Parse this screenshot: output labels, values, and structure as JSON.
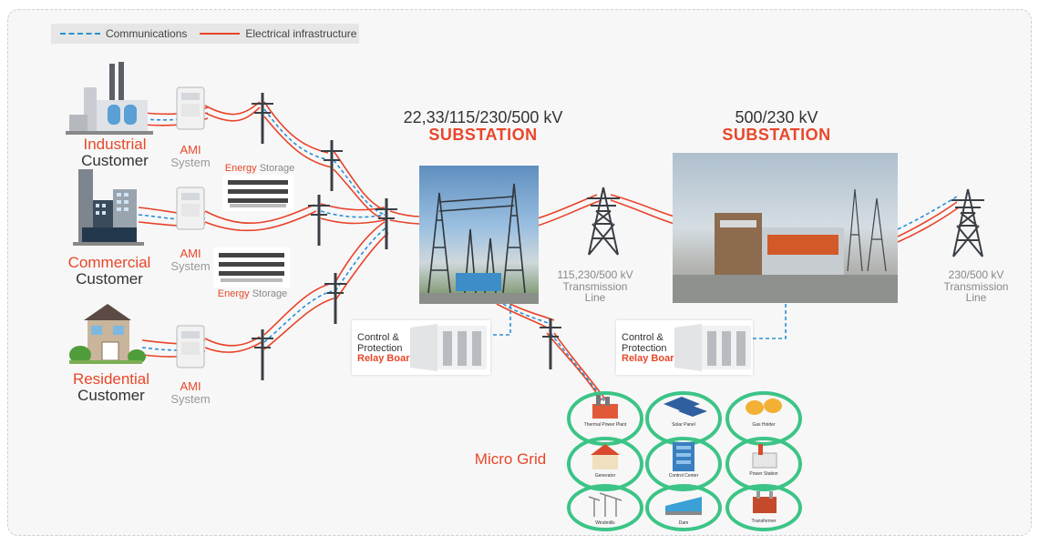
{
  "legend": {
    "communications": "Communications",
    "electrical": "Electrical infrastructure"
  },
  "colors": {
    "electrical": "#e8432a",
    "communications": "#2b8fd6",
    "microgrid_ring": "#3cc486",
    "accent": "#e8472a"
  },
  "customers": {
    "industrial": {
      "line1": "Industrial",
      "line2": "Customer"
    },
    "commercial": {
      "line1": "Commercial",
      "line2": "Customer"
    },
    "residential": {
      "line1": "Residential",
      "line2": "Customer"
    }
  },
  "ami": [
    {
      "line1": "AMI",
      "line2": "System"
    },
    {
      "line1": "AMI",
      "line2": "System"
    },
    {
      "line1": "AMI",
      "line2": "System"
    }
  ],
  "energy_storage": [
    {
      "word1": "Energy",
      "word2": "Storage"
    },
    {
      "word1": "Energy",
      "word2": "Storage"
    }
  ],
  "substation_1": {
    "voltage": "22,33/115/230/500 kV",
    "name": "SUBSTATION"
  },
  "substation_2": {
    "voltage": "500/230 kV",
    "name": "SUBSTATION"
  },
  "transmission_1": {
    "line1": "115,230/500 kV",
    "line2": "Transmission",
    "line3": "Line"
  },
  "transmission_2": {
    "line1": "230/500 kV",
    "line2": "Transmission",
    "line3": "Line"
  },
  "relay_boards": [
    {
      "line1": "Control &",
      "line2": "Protection",
      "line3": "Relay Board"
    },
    {
      "line1": "Control &",
      "line2": "Protection",
      "line3": "Relay Board"
    }
  ],
  "micro_grid": {
    "title": "Micro Grid",
    "nodes": [
      "Thermal Power Plant",
      "Solar Panel",
      "Gas Holder",
      "Generator",
      "Control Center",
      "Power Station",
      "Windmills",
      "Dam",
      "Transformer"
    ]
  }
}
